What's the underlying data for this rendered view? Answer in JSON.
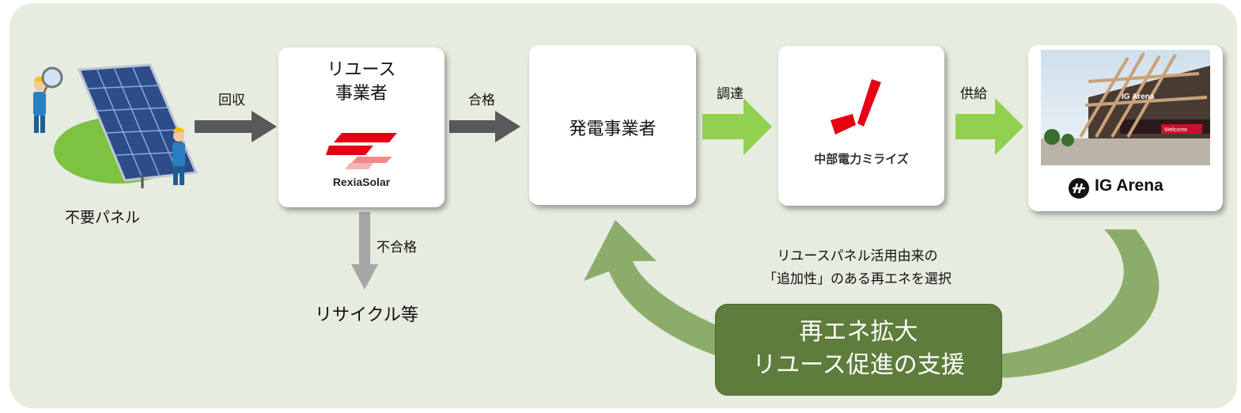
{
  "nodes": {
    "panel": {
      "label": "不要パネル"
    },
    "reuse": {
      "title_line1": "リユース",
      "title_line2": "事業者",
      "logo_text": "RexiaSolar"
    },
    "generator": {
      "title": "発電事業者"
    },
    "chubu": {
      "logo_text": "中部電力ミライズ"
    },
    "arena": {
      "logo_text": "IG Arena",
      "sign_text": "IG Arena",
      "banner_text": "Welcome"
    },
    "recycle": {
      "label": "リサイクル等"
    }
  },
  "edges": {
    "collect": "回収",
    "pass": "合格",
    "fail": "不合格",
    "procure": "調達",
    "supply": "供給"
  },
  "note": {
    "line1": "リユースパネル活用由来の",
    "line2": "「追加性」のある再エネを選択"
  },
  "highlight": {
    "line1": "再エネ拡大",
    "line2": "リユース促進の支援"
  },
  "colors": {
    "background": "#e6ecdf",
    "gray_arrow": "#595959",
    "light_gray_arrow": "#a6a6a6",
    "green_arrow": "#92d050",
    "cycle_green": "#8cad6a",
    "highlight_box": "#5e7d3c",
    "rexia_red": "#e60012",
    "chubu_red": "#e60012"
  }
}
